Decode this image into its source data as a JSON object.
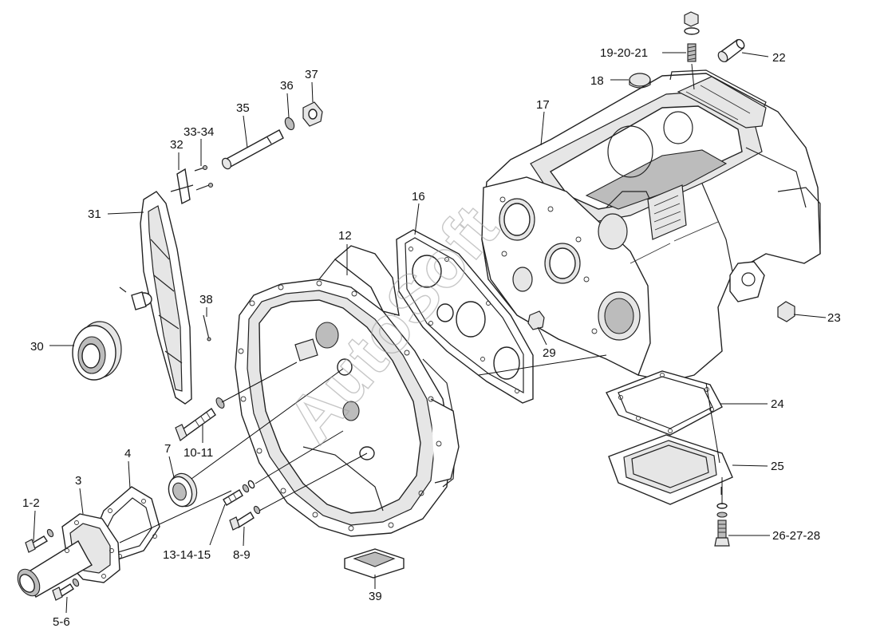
{
  "watermark": "AutoSoft",
  "callouts": [
    {
      "id": "c1",
      "text": "1-2"
    },
    {
      "id": "c2",
      "text": "3"
    },
    {
      "id": "c3",
      "text": "4"
    },
    {
      "id": "c4",
      "text": "5-6"
    },
    {
      "id": "c5",
      "text": "7"
    },
    {
      "id": "c6",
      "text": "8-9"
    },
    {
      "id": "c7",
      "text": "10-11"
    },
    {
      "id": "c8",
      "text": "12"
    },
    {
      "id": "c9",
      "text": "13-14-15"
    },
    {
      "id": "c10",
      "text": "16"
    },
    {
      "id": "c11",
      "text": "17"
    },
    {
      "id": "c12",
      "text": "18"
    },
    {
      "id": "c13",
      "text": "19-20-21"
    },
    {
      "id": "c14",
      "text": "22"
    },
    {
      "id": "c15",
      "text": "23"
    },
    {
      "id": "c16",
      "text": "24"
    },
    {
      "id": "c17",
      "text": "25"
    },
    {
      "id": "c18",
      "text": "26-27-28"
    },
    {
      "id": "c19",
      "text": "29"
    },
    {
      "id": "c20",
      "text": "30"
    },
    {
      "id": "c21",
      "text": "31"
    },
    {
      "id": "c22",
      "text": "32"
    },
    {
      "id": "c23",
      "text": "33-34"
    },
    {
      "id": "c24",
      "text": "35"
    },
    {
      "id": "c25",
      "text": "36"
    },
    {
      "id": "c26",
      "text": "37"
    },
    {
      "id": "c27",
      "text": "38"
    },
    {
      "id": "c28",
      "text": "39"
    }
  ]
}
